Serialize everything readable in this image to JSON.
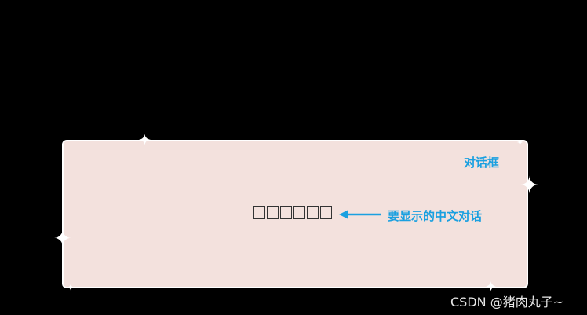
{
  "dialog": {
    "annotation_title": "对话框",
    "text_glyph_count": 6,
    "arrow_annotation": "要显示的中文对话"
  },
  "watermark": "CSDN @猪肉丸子~",
  "colors": {
    "background": "#000000",
    "dialog_fill": "#f3e1dd",
    "dialog_border": "#ffffff",
    "annotation": "#1aa0e0"
  },
  "icons": {
    "sparkle": "four-point-star",
    "arrow": "left-arrow"
  }
}
